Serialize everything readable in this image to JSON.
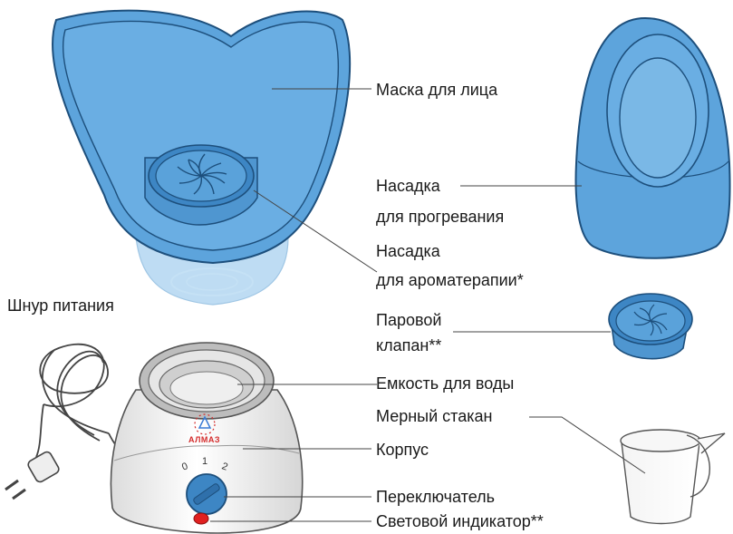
{
  "labels": {
    "mask": "Маска для лица",
    "heat_l1": "Насадка",
    "heat_l2": "для прогревания",
    "aroma_l1": "Насадка",
    "aroma_l2": "для ароматерапии*",
    "cord": "Шнур питания",
    "valve_l1": "Паровой",
    "valve_l2": "клапан**",
    "tank": "Емкость для воды",
    "cup": "Мерный стакан",
    "body": "Корпус",
    "switch": "Переключатель",
    "indicator": "Световой индикатор**"
  },
  "logo_text": "АЛМАЗ",
  "dial_marks": [
    "0",
    "1",
    "2"
  ],
  "colors": {
    "blue": "#5da4dc",
    "blue_light": "#7ab8e6",
    "blue_dark": "#2b6ea8",
    "outline": "#1d4f7c",
    "indicator": "#e02020",
    "logo": "#d42a2a"
  }
}
